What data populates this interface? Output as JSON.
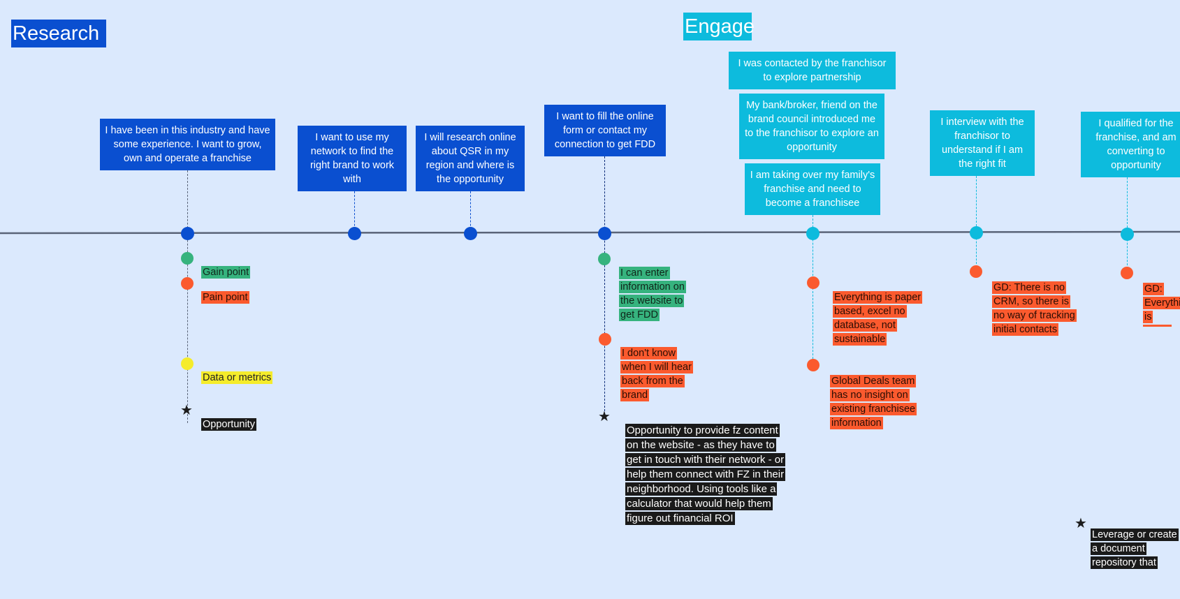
{
  "frames": {
    "research": "Research",
    "engage": "Engage"
  },
  "research_cards": [
    "I have been in this industry and have some experience. I want to grow, own and operate a franchise",
    "I want to use my network to find the right brand to work with",
    "I will research online about QSR in my region and where is the opportunity",
    "I want to fill the online form or contact my connection to get FDD"
  ],
  "engage_cards": [
    "I was contacted by the franchisor to explore partnership",
    "My bank/broker, friend on the brand council introduced me to the franchisor to explore an opportunity",
    "I am taking over my family's franchise and need to become a franchisee",
    "I interview with the franchisor to understand if I am the right fit",
    "I qualified for the franchise, and am converting to opportunity"
  ],
  "legend": {
    "gain": "Gain point",
    "pain": "Pain point",
    "data": "Data or metrics",
    "opportunity": "Opportunity"
  },
  "notes": {
    "fill_gain": "I can enter information on the website to get FDD",
    "fill_pain": "I don't know when I will hear back from the brand",
    "fill_opportunity": "Opportunity to provide fz content on the website - as they have to get in touch with  their network - or help them connect with FZ in their neighborhood. Using tools like a calculator that would help them figure out financial ROI",
    "engage_pain_1": "Everything is paper based, excel no database, not sustainable",
    "engage_pain_2": "Global Deals team has no insight on existing franchisee information",
    "interview_pain": "GD: There is no CRM, so there is no way of tracking initial contacts",
    "qualified_pain": "GD: Everything is paper based, excel no database, not sustainable",
    "qualified_opportunity": "Leverage or create a document repository that aligns with the Fz journey from first touchpoint"
  },
  "colors": {
    "background": "#dbe9fd",
    "research": "#0a4fd0",
    "engage": "#0dbbdd",
    "gain": "#36b37e",
    "pain": "#fb5a2e",
    "data": "#f5ec2b",
    "opportunity": "#1a1a1a",
    "timeline": "#5a6478"
  },
  "icons": {
    "milestone": "circle",
    "opportunity": "star-icon"
  }
}
